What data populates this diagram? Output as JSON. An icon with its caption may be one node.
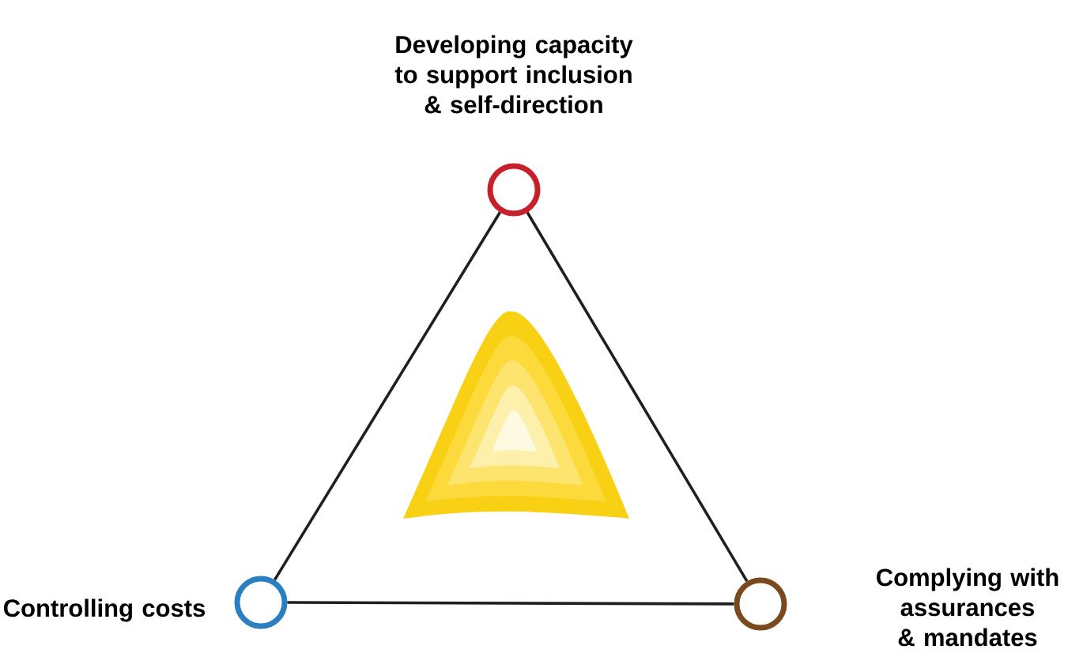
{
  "diagram": {
    "nodes": [
      {
        "text": [
          "Developing capacity to support inclusion & self-direction"
        ]
      },
      {
        "text": [
          "Controlling costs"
        ]
      },
      {
        "text": [
          "Complying with assurances & mandates"
        ]
      }
    ],
    "edges": [
      {
        "from": 0,
        "to": 1,
        "arrow": "none"
      },
      {
        "from": 1,
        "to": 2,
        "arrow": "none"
      },
      {
        "from": 0,
        "to": 2,
        "arrow": "none"
      }
    ]
  }
}
